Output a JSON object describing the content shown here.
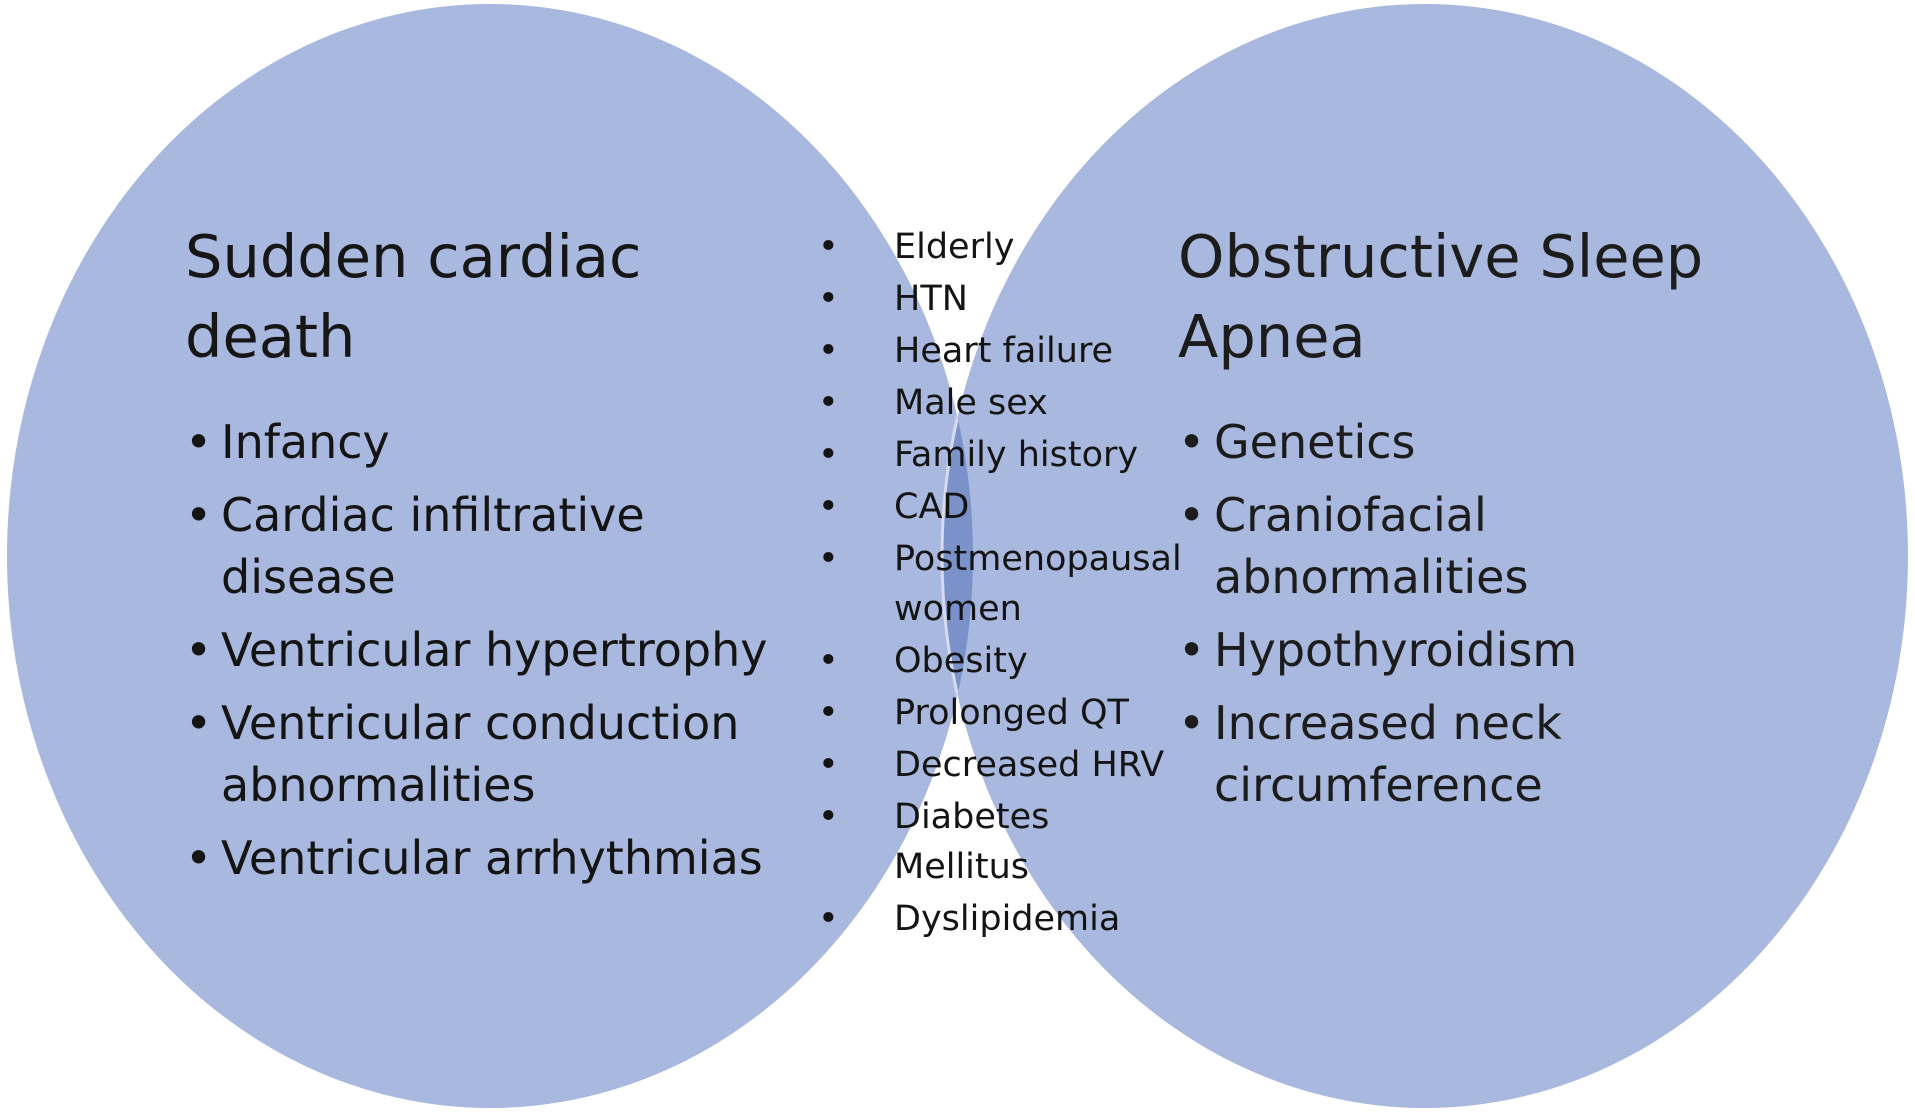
{
  "colors": {
    "circle_fill": "#a9b8de",
    "overlap_fill": "#7a91c9",
    "background": "#ffffff",
    "text": "#141414"
  },
  "left_set": {
    "title": "Sudden cardiac death",
    "items": [
      "Infancy",
      "Cardiac infiltrative disease",
      "Ventricular hypertrophy",
      "Ventricular conduction abnormalities",
      "Ventricular arrhythmias"
    ]
  },
  "right_set": {
    "title": "Obstructive Sleep Apnea",
    "items": [
      "Genetics",
      "Craniofacial abnormalities",
      "Hypothyroidism",
      "Increased neck circumference"
    ]
  },
  "shared": {
    "items": [
      "Elderly",
      "HTN",
      "Heart failure",
      "Male sex",
      "Family history",
      "CAD",
      "Postmenopausal women",
      "Obesity",
      "Prolonged QT",
      "Decreased HRV",
      "Diabetes Mellitus",
      "Dyslipidemia"
    ]
  },
  "bullet_glyph": "•"
}
